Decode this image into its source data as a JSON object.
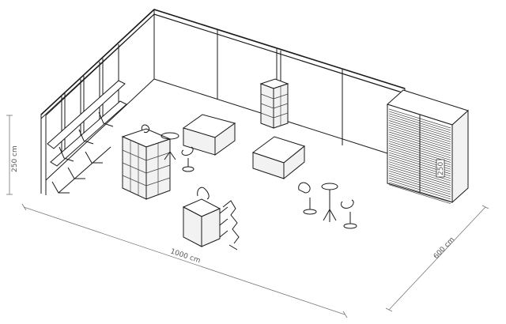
{
  "dimensions": {
    "width_label": "1000 cm",
    "depth_label": "600 cm",
    "height_label": "250 cm",
    "cabinet_label": "250"
  },
  "style": {
    "line_color": "#1a1a1a",
    "dimension_color": "#777777",
    "background": "#ffffff"
  }
}
